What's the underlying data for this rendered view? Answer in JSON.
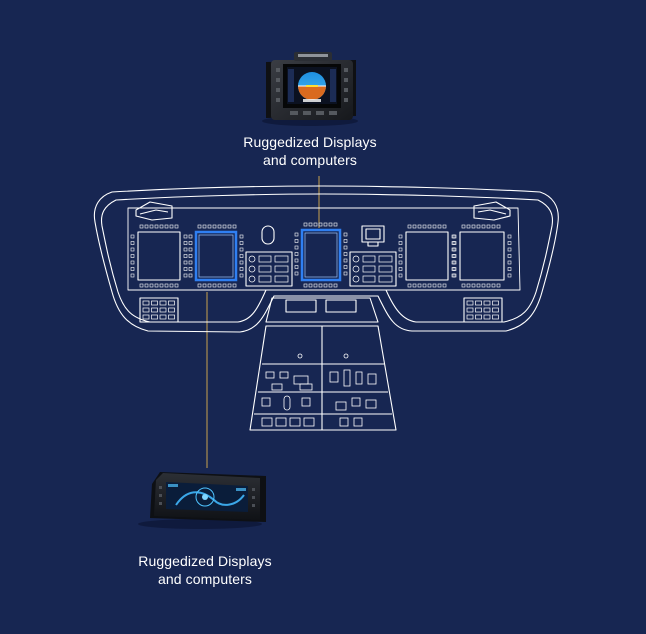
{
  "colors": {
    "background": "#172652",
    "outline": "#ffffff",
    "highlight": "#2f7ff2",
    "connector": "#c9a24e"
  },
  "callouts": [
    {
      "line1": "Ruggedized Displays",
      "line2": "and computers",
      "device": "square-display-unit"
    },
    {
      "line1": "Ruggedized Displays",
      "line2": "and computers",
      "device": "wide-display-computer"
    }
  ]
}
